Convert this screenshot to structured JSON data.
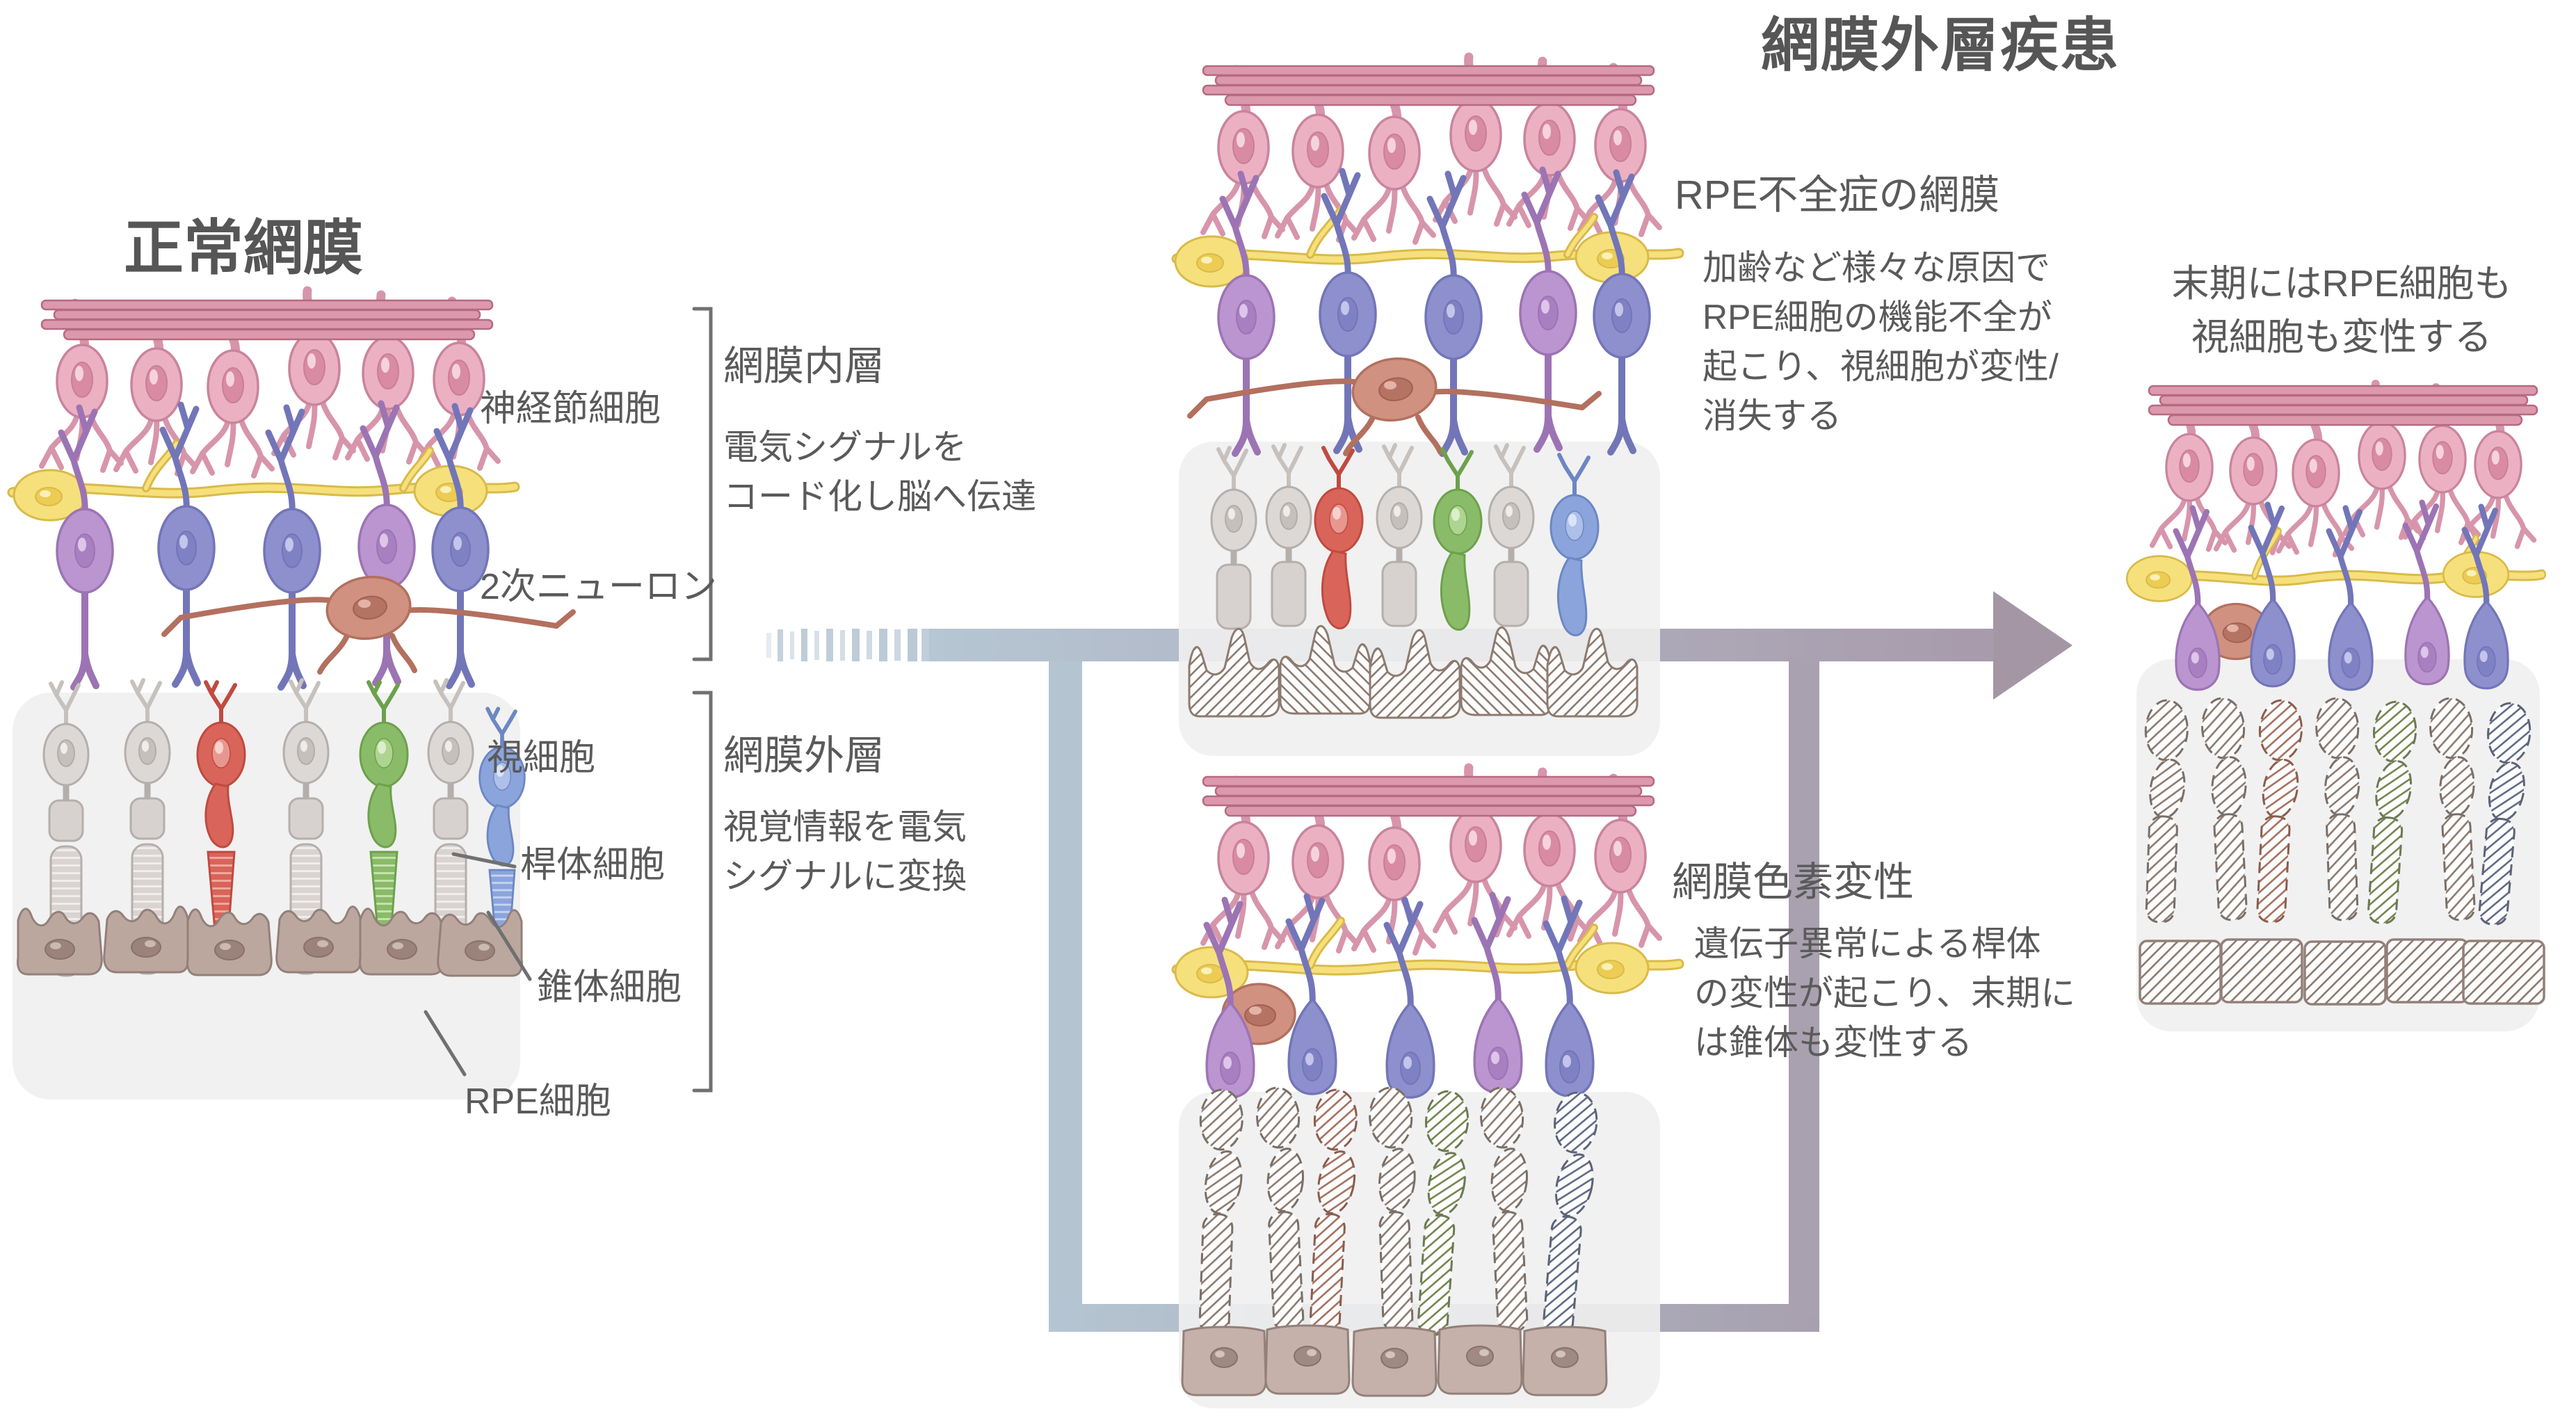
{
  "title": "網膜外層疾患",
  "normal": {
    "title": "正常網膜",
    "labels": {
      "ganglion": "神経節細胞",
      "secondary_neuron": "2次ニューロン",
      "photoreceptor": "視細胞",
      "rod": "桿体細胞",
      "cone": "錐体細胞",
      "rpe": "RPE細胞"
    },
    "inner_layer": {
      "title": "網膜内層",
      "desc": "電気シグナルを\nコード化し脳へ伝達"
    },
    "outer_layer": {
      "title": "網膜外層",
      "desc": "視覚情報を電気\nシグナルに変換"
    }
  },
  "rpe_deficiency": {
    "title": "RPE不全症の網膜",
    "desc": "加齢など様々な原因で\nRPE細胞の機能不全が\n起こり、視細胞が変性/\n消失する"
  },
  "retinitis_pigmentosa": {
    "title": "網膜色素変性",
    "desc": "遺伝子異常による桿体\nの変性が起こり、末期に\nは錐体も変性する"
  },
  "end_stage": {
    "desc": "末期にはRPE細胞も\n視細胞も変性する"
  },
  "colors": {
    "text": "#5a5a5a",
    "arrow_start": "#b6c6d3",
    "arrow_end": "#a89bab",
    "arrow_head": "#a496a4",
    "ganglion_pink": "#ecb0c3",
    "horizontal_yellow": "#f6e07c",
    "bipolar_purple": "#bb95cf",
    "bipolar_blue": "#8d90cc",
    "amacrine_salmon": "#d09181",
    "rod_gray": "#dcd8d5",
    "cone_red": "#d96459",
    "cone_green": "#8abb68",
    "cone_blue": "#8ba5dc",
    "rpe_brown": "#bca79f",
    "panel_box": "#f0eff0",
    "hatch_outline": "#8d7b70"
  }
}
